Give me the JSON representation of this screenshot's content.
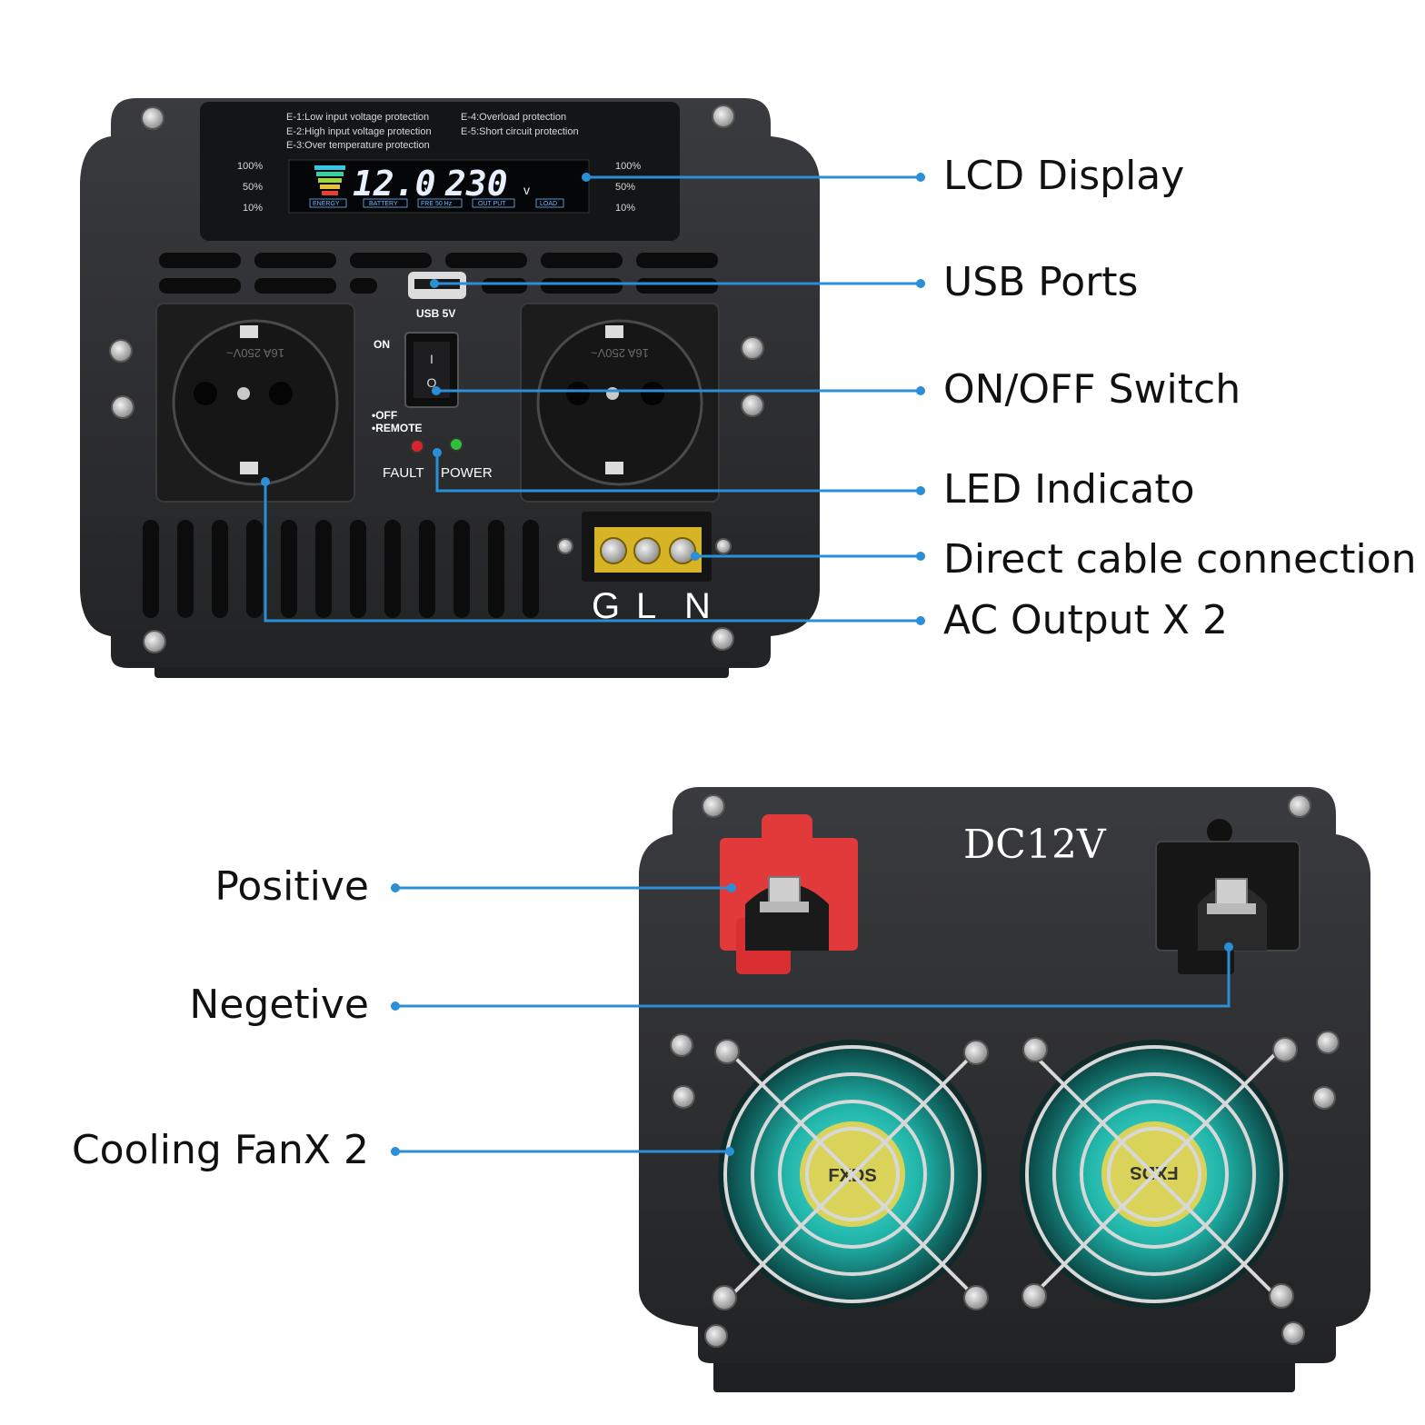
{
  "front_panel": {
    "errors": [
      "E-1:Low input voltage protection",
      "E-2:High input voltage protection",
      "E-3:Over temperature protection",
      "E-4:Overload protection",
      "E-5:Short circuit protection"
    ],
    "lcd": {
      "input_voltage": "12.0",
      "output_voltage": "230",
      "unit": "v",
      "status_labels": [
        "ENERGY",
        "BATTERY",
        "FRE 50 Hz",
        "OUT PUT",
        "LOAD"
      ],
      "left_scale": [
        "100%",
        "50%",
        "10%"
      ],
      "right_scale": [
        "100%",
        "50%",
        "10%"
      ]
    },
    "usb_label": "USB 5V",
    "switch": {
      "on_label": "ON",
      "off_label": "•OFF",
      "remote_label": "•REMOTE",
      "mark_on": "I",
      "mark_off": "O"
    },
    "leds": {
      "fault_label": "FAULT",
      "power_label": "POWER",
      "fault_color": "#d8242a",
      "power_color": "#2fbf3a"
    },
    "socket_text": "16A 250V~",
    "terminal_letters": [
      "G",
      "L",
      "N"
    ]
  },
  "back_panel": {
    "voltage_label": "DC12V",
    "fan_label": "FXDS"
  },
  "callouts_right": [
    "LCD Display",
    "USB Ports",
    "ON/OFF Switch",
    "LED Indicato",
    "Direct cable connection",
    "AC Output X 2"
  ],
  "callouts_left": [
    "Positive",
    "Negetive",
    "Cooling FanX 2"
  ],
  "colors": {
    "callout_line": "#2a8fd6",
    "housing": "#2b2c2e",
    "fan_glow": "#2fd0c0",
    "positive_terminal": "#e23a3a",
    "negative_terminal": "#1e1e1e",
    "terminal_block": "#e8c228"
  }
}
